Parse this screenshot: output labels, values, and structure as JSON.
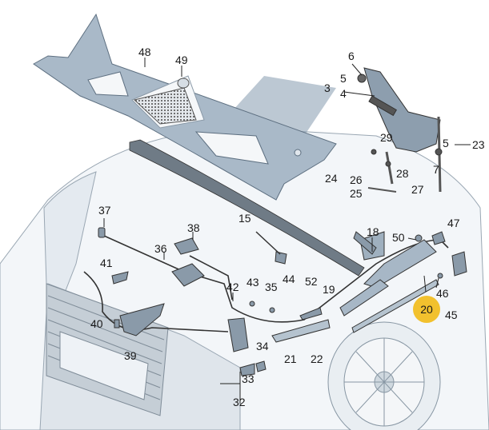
{
  "diagram": {
    "title": "Bonnet / hood release and fittings exploded view",
    "highlight_color": "#f2c12e",
    "part_color": "#b9c7d3",
    "part_dark": "#7d8fa0",
    "body_color": "#e8edf2",
    "highlighted_part": "20",
    "callouts": [
      {
        "id": "48",
        "text": "48"
      },
      {
        "id": "49",
        "text": "49"
      },
      {
        "id": "6",
        "text": "6"
      },
      {
        "id": "3",
        "text": "3"
      },
      {
        "id": "5a",
        "text": "5"
      },
      {
        "id": "4",
        "text": "4"
      },
      {
        "id": "29",
        "text": "29"
      },
      {
        "id": "5b",
        "text": "5"
      },
      {
        "id": "23",
        "text": "23"
      },
      {
        "id": "7",
        "text": "7"
      },
      {
        "id": "24",
        "text": "24"
      },
      {
        "id": "28",
        "text": "28"
      },
      {
        "id": "26",
        "text": "26"
      },
      {
        "id": "25",
        "text": "25"
      },
      {
        "id": "27",
        "text": "27"
      },
      {
        "id": "15",
        "text": "15"
      },
      {
        "id": "37",
        "text": "37"
      },
      {
        "id": "38",
        "text": "38"
      },
      {
        "id": "36",
        "text": "36"
      },
      {
        "id": "41",
        "text": "41"
      },
      {
        "id": "42",
        "text": "42"
      },
      {
        "id": "43",
        "text": "43"
      },
      {
        "id": "35",
        "text": "35"
      },
      {
        "id": "44",
        "text": "44"
      },
      {
        "id": "52",
        "text": "52"
      },
      {
        "id": "19",
        "text": "19"
      },
      {
        "id": "18",
        "text": "18"
      },
      {
        "id": "50",
        "text": "50"
      },
      {
        "id": "47",
        "text": "47"
      },
      {
        "id": "46",
        "text": "46"
      },
      {
        "id": "45",
        "text": "45"
      },
      {
        "id": "20",
        "text": "20"
      },
      {
        "id": "40",
        "text": "40"
      },
      {
        "id": "39",
        "text": "39"
      },
      {
        "id": "34",
        "text": "34"
      },
      {
        "id": "21",
        "text": "21"
      },
      {
        "id": "22",
        "text": "22"
      },
      {
        "id": "33",
        "text": "33"
      },
      {
        "id": "32",
        "text": "32"
      }
    ]
  }
}
